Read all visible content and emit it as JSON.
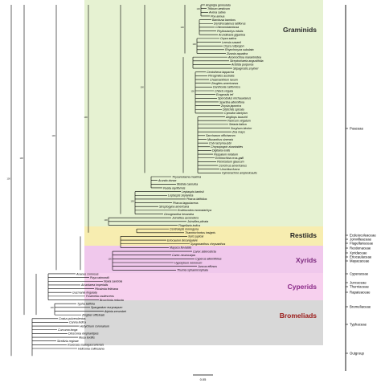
{
  "taxa": [
    "Angelgia geneulata",
    "Triticum aestivum",
    "Avena sativa",
    "Poa annua",
    "Bambusa bambos",
    "Dendrocalamus latiflorus",
    "Chimonobambusa",
    "Phyllostachys edulis",
    "Arundinaria gigantea",
    "Oryza sativa",
    "Leersia sasanii",
    "Oryza rufipogon",
    "Rhynchoryza subulata",
    "Zizania aquatica",
    "Anomochloa marantoidea",
    "Streptochaeta angustifolia",
    "Aristida purpurea",
    "Stipagrostis zeyheri",
    "Centotheca lappacea",
    "Phragmites australis",
    "Chasmanthium laxum",
    "Zeugites americanus",
    "Danthonia californica",
    "Chloris virgata",
    "Eragrostis tef",
    "Sporobolus michauxianus",
    "Spartina alterniflora",
    "Zoysia japonica",
    "Distichlis spicata",
    "Cynodon dactylon",
    "Aegilops tauschii",
    "Panicum virgatum",
    "Setaria italica",
    "Sorghum bicolor",
    "Zea mays",
    "Saccharum officinarum",
    "Miscanthus sinensis",
    "Coix lacryma-jobi",
    "Chrysopogon zizanioides",
    "Digitaria exilis",
    "Paspalum notatum",
    "Echinochloa crus-galli",
    "Pennisetum glaucum",
    "Cenchrus americanus",
    "Urochloa fusca",
    "Hymenachne amplexicaulis",
    "Thysanolaena maxima",
    "Arundo donax",
    "Molinia caerulea",
    "Puelia olyriformis",
    "Leptaspis banksii",
    "Leptaspis zeylanica",
    "Pharus latifolius",
    "Pharus lappulaceus",
    "Streptogyna americana",
    "Ecdeiocolea monostachya",
    "Georgeantha hexandra",
    "Joinvillea ascendens",
    "Joinvillea plicata",
    "Flagellaria indica",
    "Centrolepis monogyna",
    "Thamnochortus insignis",
    "Xyris jupicai",
    "Eriocaulon decangulare",
    "Syngonanthus chrysanthus",
    "Mayaca fluviatilis",
    "Carex siderosticta",
    "Carex neurocarpa",
    "Cyperus alternifolius",
    "Hypolytrum nemorum",
    "Juncus effusus",
    "Thurnia sphaerocephala",
    "Ananas comosus",
    "Puya raimondii",
    "Navia saxicola",
    "Alcantarea imperialis",
    "Pitcairnia feliciana",
    "Guzmania lingulata",
    "Fosterella caulescens",
    "Brocchinia reducta",
    "Typha latifolia",
    "Sparganium eurycarpum",
    "Alpinia zerumbet",
    "Zingiber officinale",
    "Costus pulverulentus",
    "Canna indica",
    "Hedychium coronarium",
    "Curcuma longa",
    "Dioscorea elephantipes",
    "Musa textilis",
    "Strelitzia reginae",
    "Ravenala madagascariensis",
    "Heliconia collinsiana"
  ],
  "families": [
    "Poaceae",
    "Ecdeiocoleaceae",
    "Joinvilleaceae",
    "Flagellariaceae",
    "Restionaceae",
    "Xyridaceae",
    "Eriocaulaceae",
    "Mayacaceae",
    "Cyperaceae",
    "Juncaceae",
    "Thurniaceae",
    "Rapateaceae",
    "Bromeliaceae",
    "Typhaceae",
    "Outgroup"
  ],
  "clades": [
    "Graminids",
    "Restiids",
    "Xyrids",
    "Cyperids",
    "Bromeliads"
  ],
  "colors": {
    "graminids": "#e6f2d2",
    "restiids": "#f7edb0",
    "xyrids": "#f0c8ec",
    "cyperids": "#f7d0ee",
    "bromeliads": "#d8d8d8",
    "xyrids_text": "#7b2a7d",
    "cyperids_text": "#8b2a88",
    "bromeliads_text": "#9a1a18"
  },
  "bootstrap_value": "100",
  "scale": "0.05"
}
